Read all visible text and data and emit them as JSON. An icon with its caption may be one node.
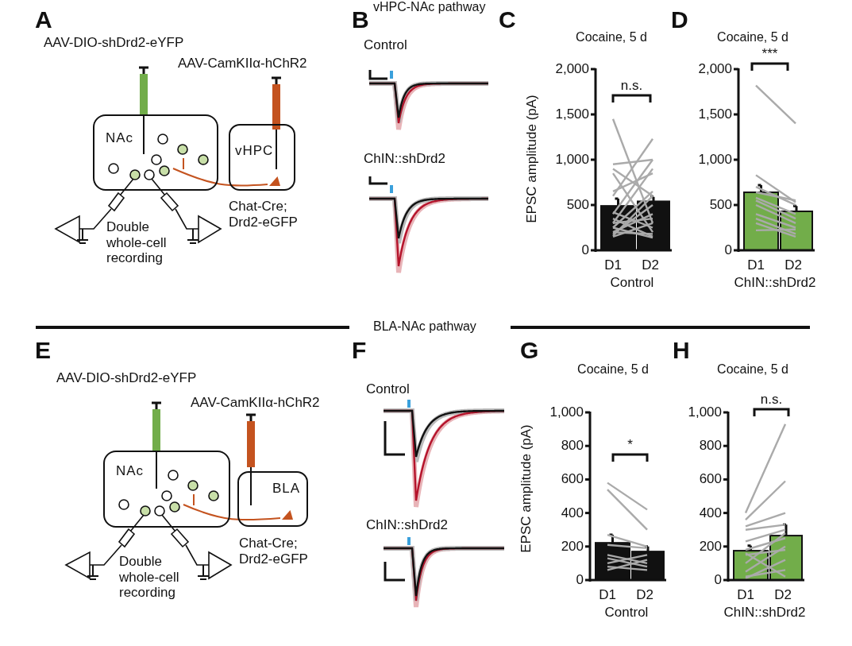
{
  "diagram": {
    "nodes": [
      {
        "text": [
          "NAc"
        ]
      },
      {
        "text": [
          "vHPC"
        ]
      },
      {
        "text": [],
        "shape": "triangle",
        "in": 1
      },
      {
        "text": [
          "NAc"
        ]
      },
      {
        "text": [
          "BLA"
        ]
      },
      {
        "text": [],
        "shape": "triangle",
        "in": 4
      }
    ],
    "edges": [
      {
        "from": 2,
        "to": 0,
        "arrow": "none"
      },
      {
        "from": 5,
        "to": 3,
        "arrow": "none"
      }
    ],
    "labels": [
      "vHPC-NAc pathway",
      "A",
      "AAV-DIO-shDrd2-eYFP",
      "AAV-CamKIIα-hChR2",
      "Double whole-cell recording",
      "Chat-Cre; Drd2-eGFP",
      "B",
      "Control",
      "ChIN::shDrd2",
      "C",
      "Cocaine, 5 d",
      "n.s.",
      "EPSC amplitude (pA)",
      "2,000",
      "1,500",
      "1,000",
      "500",
      "0",
      "D1",
      "D2",
      "Control",
      "D",
      "Cocaine, 5 d",
      "***",
      "2,000",
      "1,500",
      "1,000",
      "500",
      "0",
      "D1",
      "D2",
      "ChIN::shDrd2",
      "BLA-NAc pathway",
      "E",
      "AAV-DIO-shDrd2-eYFP",
      "AAV-CamKIIα-hChR2",
      "Double whole-cell recording",
      "Chat-Cre; Drd2-eGFP",
      "F",
      "Control",
      "ChIN::shDrd2",
      "G",
      "Cocaine, 5 d",
      "*",
      "EPSC amplitude (pA)",
      "1,000",
      "800",
      "600",
      "400",
      "200",
      "0",
      "D1",
      "D2",
      "Control",
      "H",
      "Cocaine, 5 d",
      "n.s.",
      "1,000",
      "800",
      "600",
      "400",
      "200",
      "0",
      "D1",
      "D2",
      "ChIN::shDrd2"
    ]
  }
}
